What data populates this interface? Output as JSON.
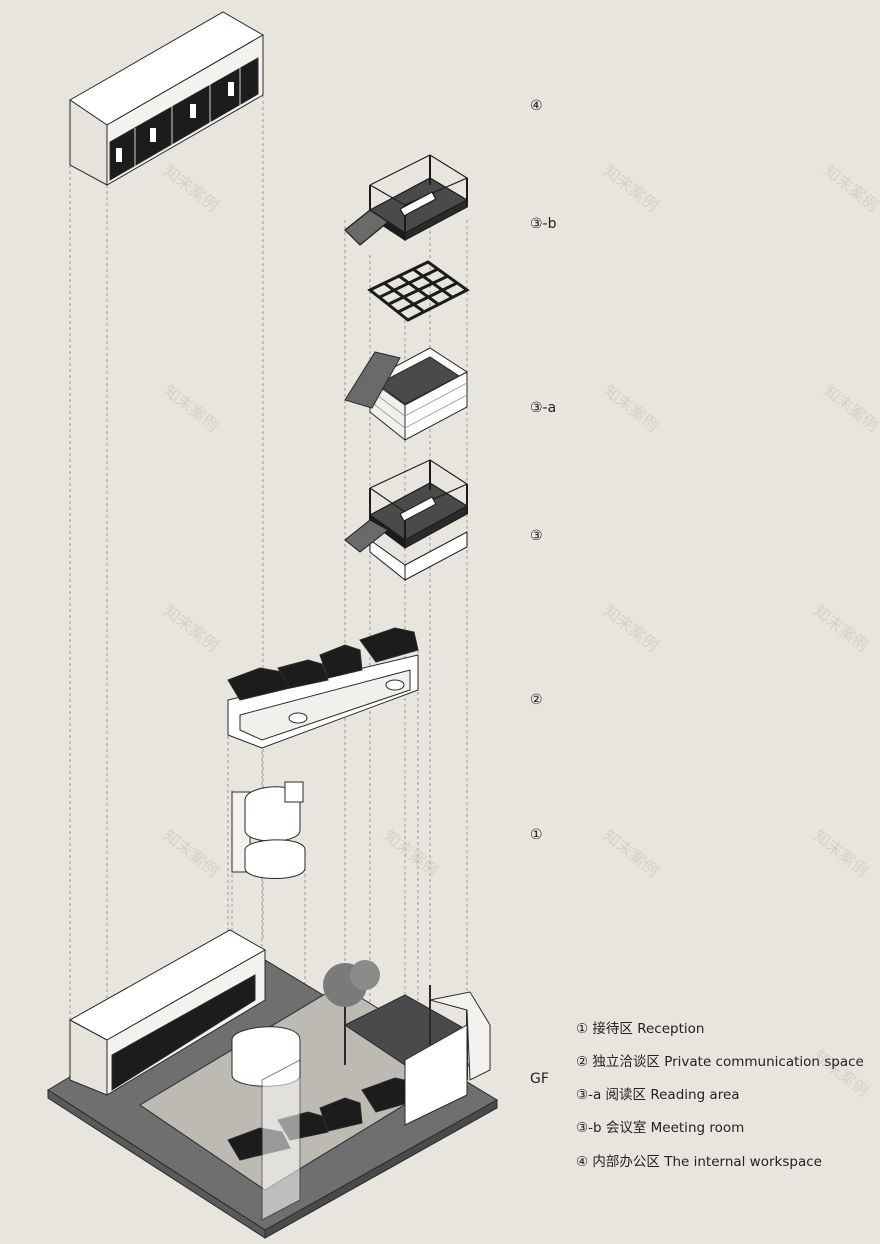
{
  "layer_labels": {
    "l4": "④",
    "l3b": "③-b",
    "l3a": "③-a",
    "l3": "③",
    "l2": "②",
    "l1": "①",
    "gf": "GF"
  },
  "legend": [
    {
      "num": "①",
      "text": "接待区 Reception"
    },
    {
      "num": "②",
      "text": "独立洽谈区 Private communication space"
    },
    {
      "num": "③-a",
      "text": "阅读区 Reading area"
    },
    {
      "num": "③-b",
      "text": "会议室 Meeting room"
    },
    {
      "num": "④",
      "text": "内部办公区 The internal workspace"
    }
  ],
  "watermark": "知末案例",
  "colors": {
    "background": "#e8e5df",
    "base_slab": "#6f6f6f",
    "floor_dark": "#3a3a3a",
    "roof_dark": "#1c1c1c",
    "wall_white": "#ffffff",
    "wall_shade": "#dedbd5",
    "line": "#2a2a2a"
  }
}
